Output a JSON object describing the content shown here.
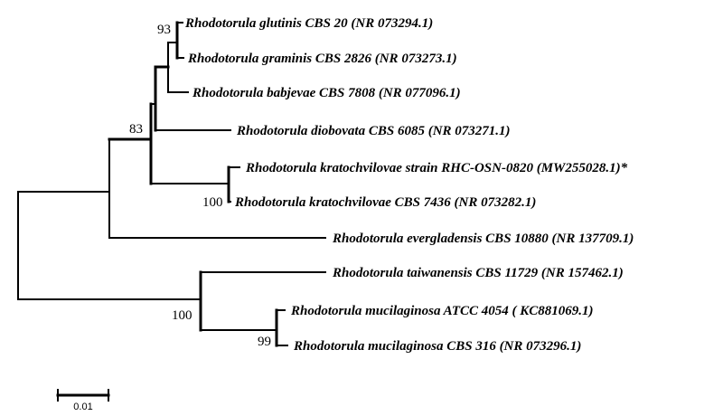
{
  "tree": {
    "taxa": [
      {
        "id": "t1",
        "label": "Rhodotorula glutinis CBS 20 (NR 073294.1)"
      },
      {
        "id": "t2",
        "label": "Rhodotorula graminis CBS 2826 (NR 073273.1)"
      },
      {
        "id": "t3",
        "label": "Rhodotorula babjevae CBS 7808 (NR 077096.1)"
      },
      {
        "id": "t4",
        "label": "Rhodotorula diobovata CBS 6085 (NR 073271.1)"
      },
      {
        "id": "t5",
        "label": "Rhodotorula kratochvilovae strain RHC-OSN-0820  (MW255028.1)*"
      },
      {
        "id": "t6",
        "label": "Rhodotorula kratochvilovae CBS 7436 (NR 073282.1)"
      },
      {
        "id": "t7",
        "label": "Rhodotorula evergladensis CBS 10880 (NR 137709.1)"
      },
      {
        "id": "t8",
        "label": "Rhodotorula taiwanensis CBS 11729 (NR 157462.1)"
      },
      {
        "id": "t9",
        "label": "Rhodotorula mucilaginosa ATCC 4054 ( KC881069.1)"
      },
      {
        "id": "t10",
        "label": "Rhodotorula mucilaginosa CBS 316 (NR 073296.1)"
      }
    ],
    "bootstrap": {
      "glutinis_graminis": "93",
      "clade_upper": "83",
      "kratochvilovae": "100",
      "clade_lower": "100",
      "mucilaginosa": "99"
    },
    "scale_bar": {
      "label": "0.01"
    }
  }
}
